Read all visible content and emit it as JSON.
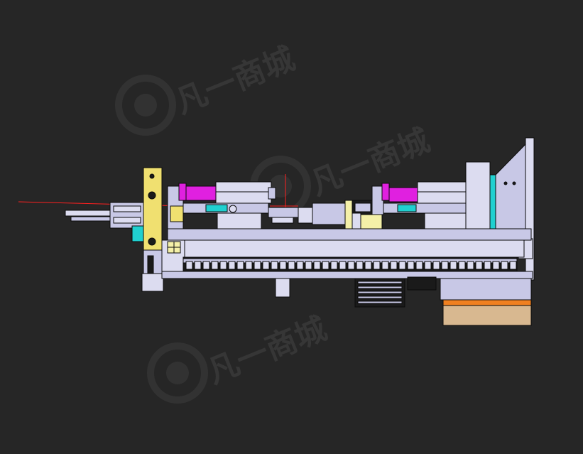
{
  "viewport": {
    "background": "#262626",
    "watermark_text_1": "凡一商城",
    "watermark_text_2": "凡一商城",
    "watermark_text_3": "凡一商城"
  },
  "colors": {
    "frame": "#c8c8e6",
    "frame_light": "#dcdcf0",
    "outline": "#0a0a0a",
    "accent_yellow": "#f0e070",
    "accent_pale_yellow": "#f4f0a8",
    "accent_magenta": "#e020e0",
    "accent_cyan": "#20d0d0",
    "accent_orange": "#f08020",
    "accent_tan": "#d8b890",
    "axis_red": "#ff2020"
  },
  "icons": {
    "watermark_logo": "circular-shop-logo-icon",
    "origin_crosshair": "crosshair-icon"
  }
}
